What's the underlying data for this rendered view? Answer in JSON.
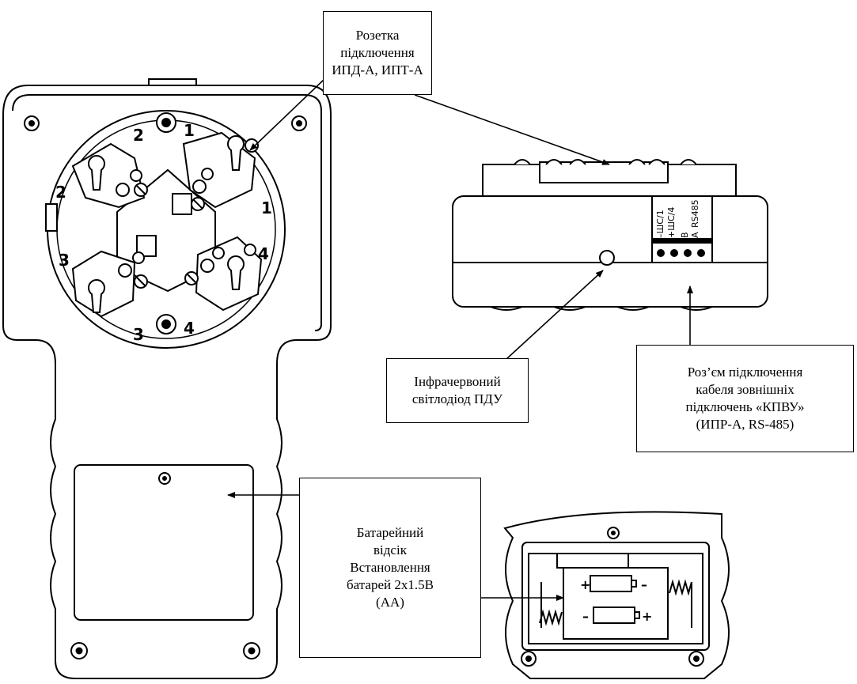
{
  "callouts": {
    "socket": {
      "lines": [
        "Розетка",
        "підключення",
        "ИПД-А, ИПТ-А"
      ]
    },
    "ir_led": {
      "lines": [
        "Інфрачервоний",
        "світлодіод ПДУ"
      ]
    },
    "connector": {
      "lines": [
        "Роз’єм підключення",
        "кабеля зовнішніх",
        "підключень «КПВУ»",
        "(ИПР-А, RS-485)"
      ]
    },
    "battery": {
      "lines": [
        "Батарейний",
        "відсік",
        "Встановлення",
        "батарей 2х1.5В",
        "(АА)"
      ]
    }
  },
  "socket_numbers": {
    "top_left": "2",
    "top_right": "1",
    "left": "2",
    "right": "1",
    "lower_left": "3",
    "lower_right": "4",
    "bottom_left": "3",
    "bottom_right": "4"
  },
  "terminal_labels": [
    "–ШС/1",
    "+ШС/4",
    "B",
    "A",
    "RS485"
  ],
  "battery_polarity": {
    "top_plus": "+",
    "top_minus": "–",
    "bottom_minus": "–",
    "bottom_plus": "+"
  }
}
